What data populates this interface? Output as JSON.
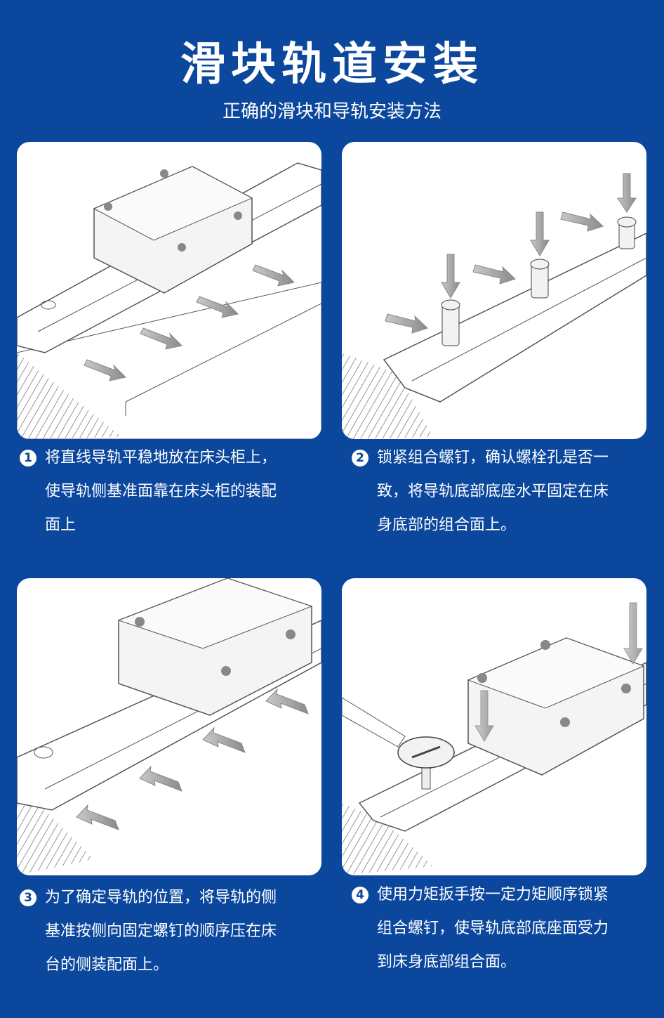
{
  "header": {
    "title": "滑块轨道安装",
    "subtitle": "正确的滑块和导轨安装方法"
  },
  "steps": [
    {
      "number": "1",
      "lines": [
        "将直线导轨平稳地放在床头柜上，",
        "使导轨侧基准面靠在床头柜的装配",
        "面上"
      ]
    },
    {
      "number": "2",
      "lines": [
        "锁紧组合螺钉，确认螺栓孔是否一",
        "致，将导轨底部底座水平固定在床",
        "身底部的组合面上。"
      ]
    },
    {
      "number": "3",
      "lines": [
        "为了确定导轨的位置，将导轨的侧",
        "基准按侧向固定螺钉的顺序压在床",
        "台的侧装配面上。"
      ]
    },
    {
      "number": "4",
      "lines": [
        "使用力矩扳手按一定力矩顺序锁紧",
        "组合螺钉，使导轨底部底座面受力",
        "到床身底部组合面。"
      ]
    }
  ],
  "colors": {
    "background": "#0b479d",
    "card": "#ffffff",
    "line": "#555555",
    "arrow": "#9a9a9a"
  }
}
